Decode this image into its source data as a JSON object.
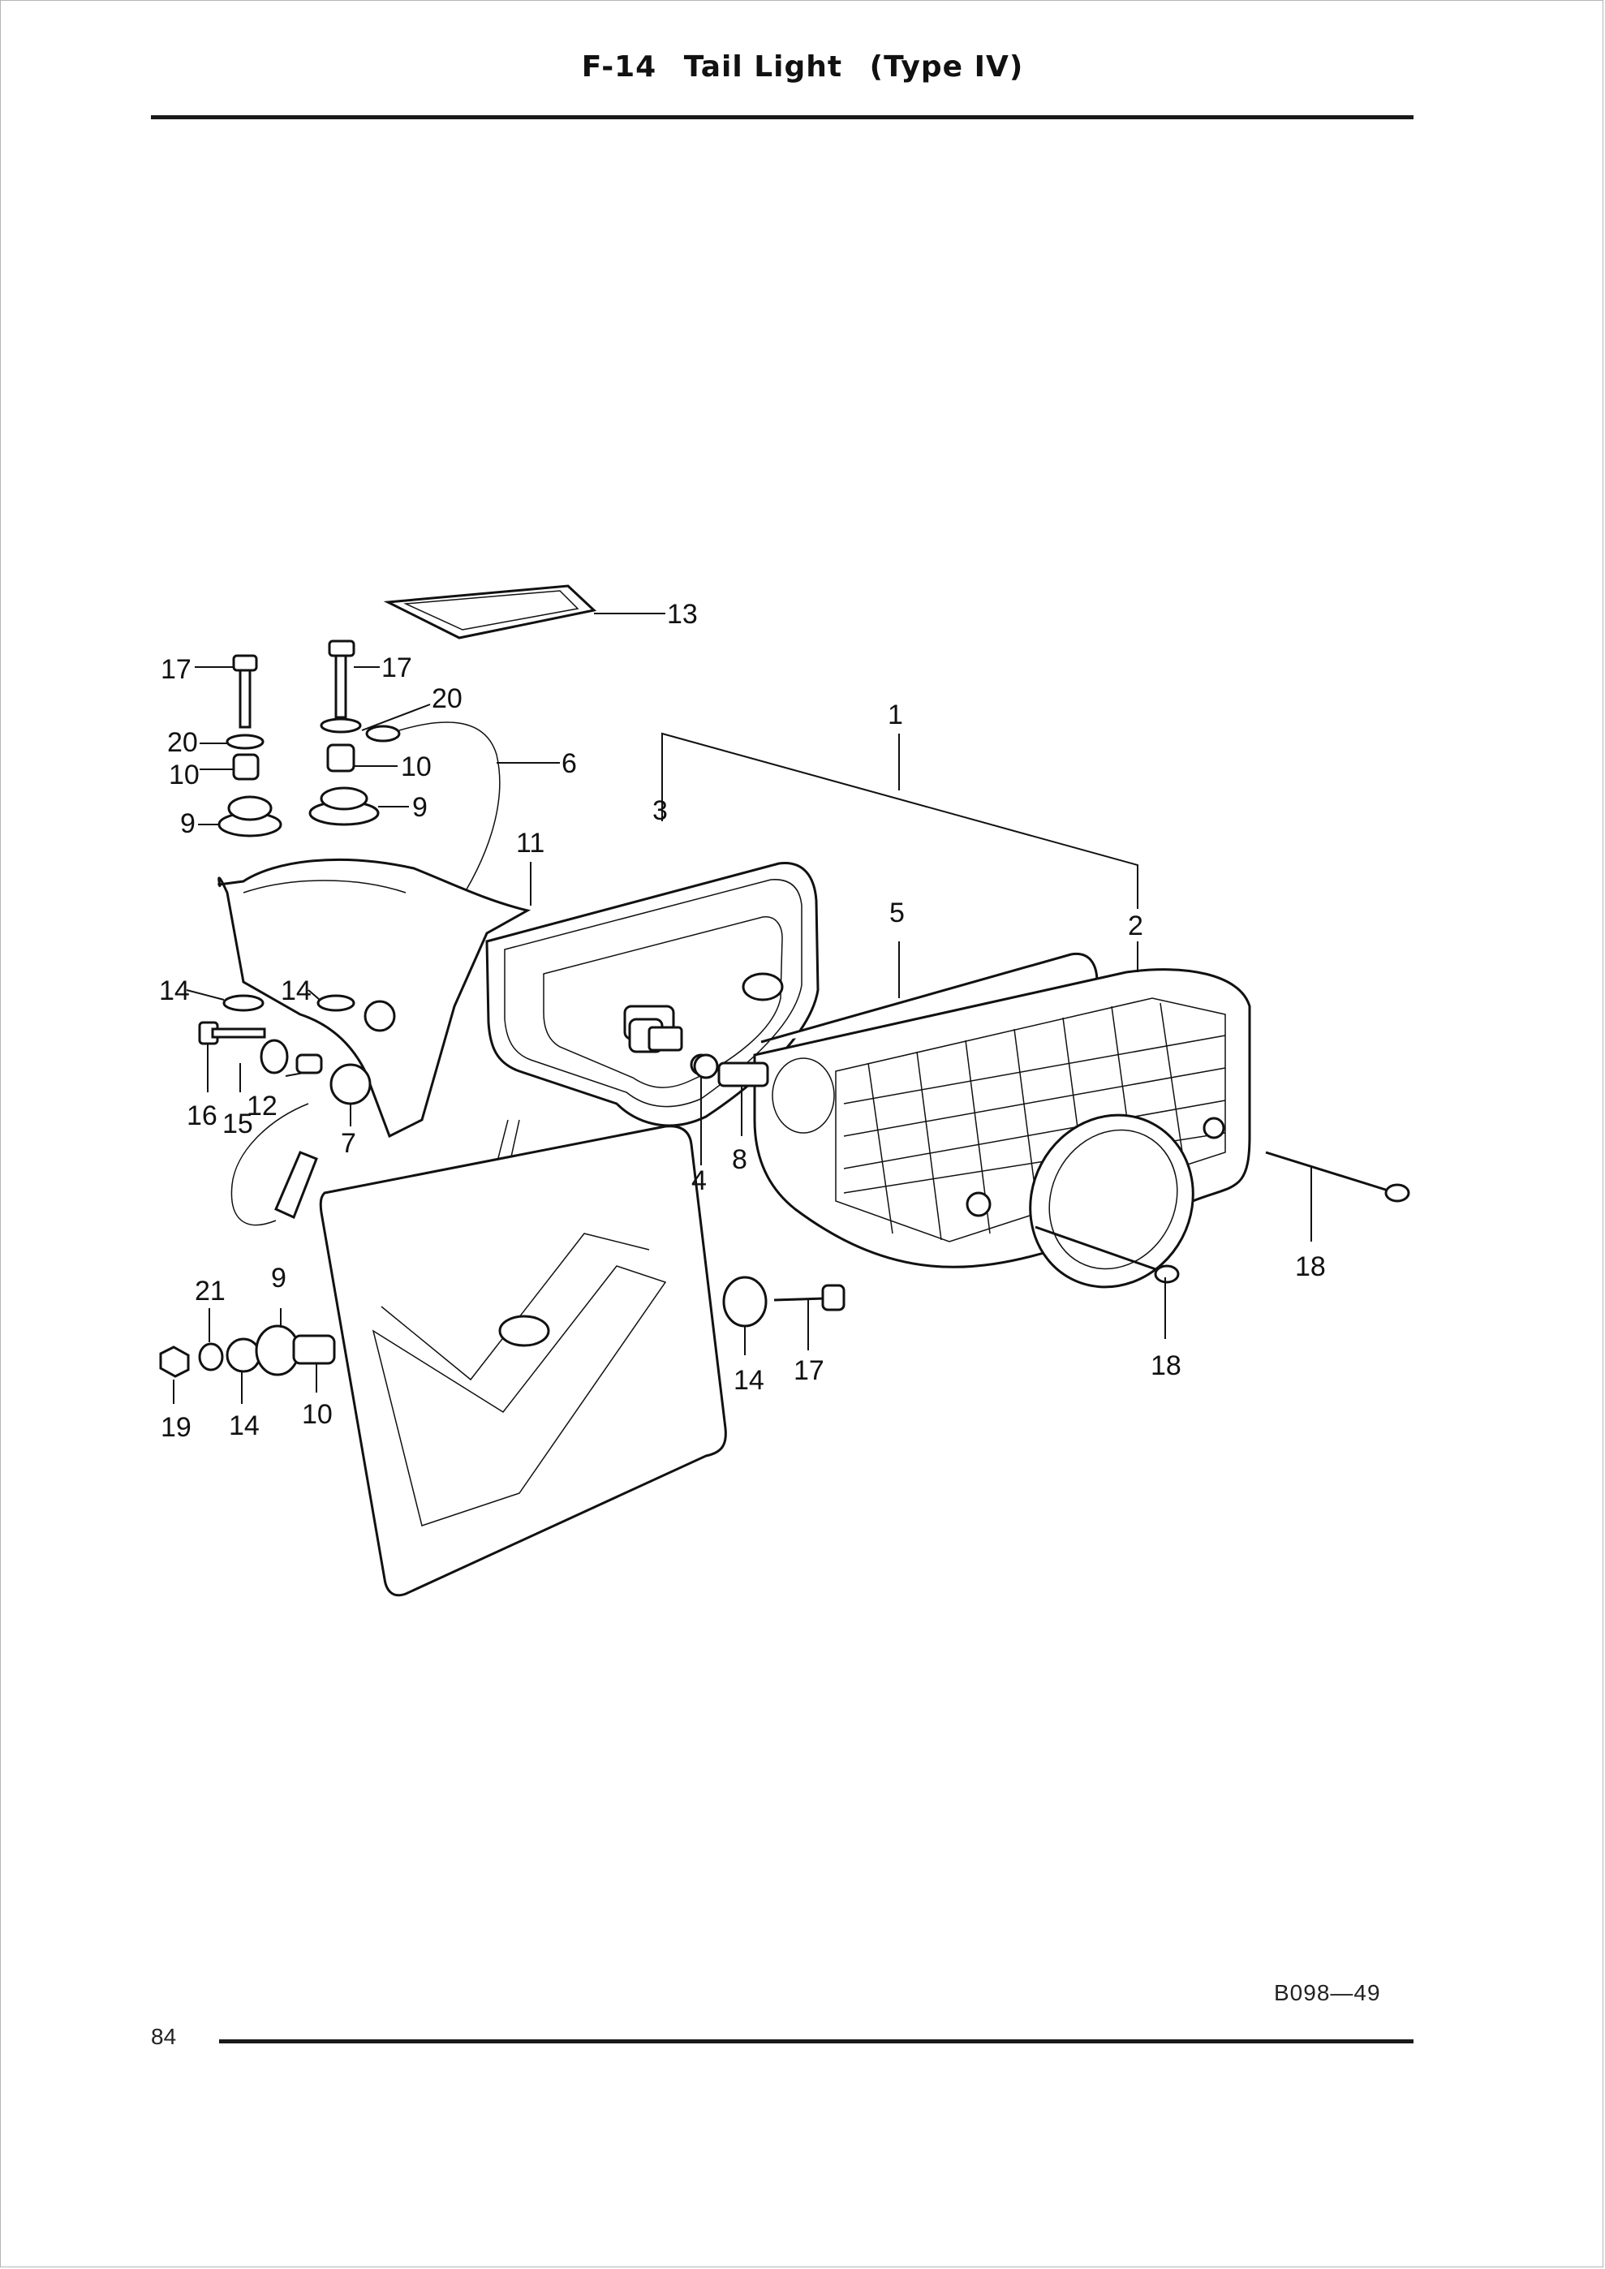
{
  "header": {
    "code": "F-14",
    "title": "Tail Light",
    "type": "(Type IV)"
  },
  "footer": {
    "page_number": "84",
    "reference_code": "B098—49"
  },
  "callouts": {
    "c1": "1",
    "c2": "2",
    "c3": "3",
    "c4": "4",
    "c5": "5",
    "c6": "6",
    "c7": "7",
    "c8": "8",
    "c9": "9",
    "c10": "10",
    "c11": "11",
    "c12": "12",
    "c13": "13",
    "c14": "14",
    "c15": "15",
    "c16": "16",
    "c17": "17",
    "c18": "18",
    "c19": "19",
    "c20": "20",
    "c21": "21"
  }
}
